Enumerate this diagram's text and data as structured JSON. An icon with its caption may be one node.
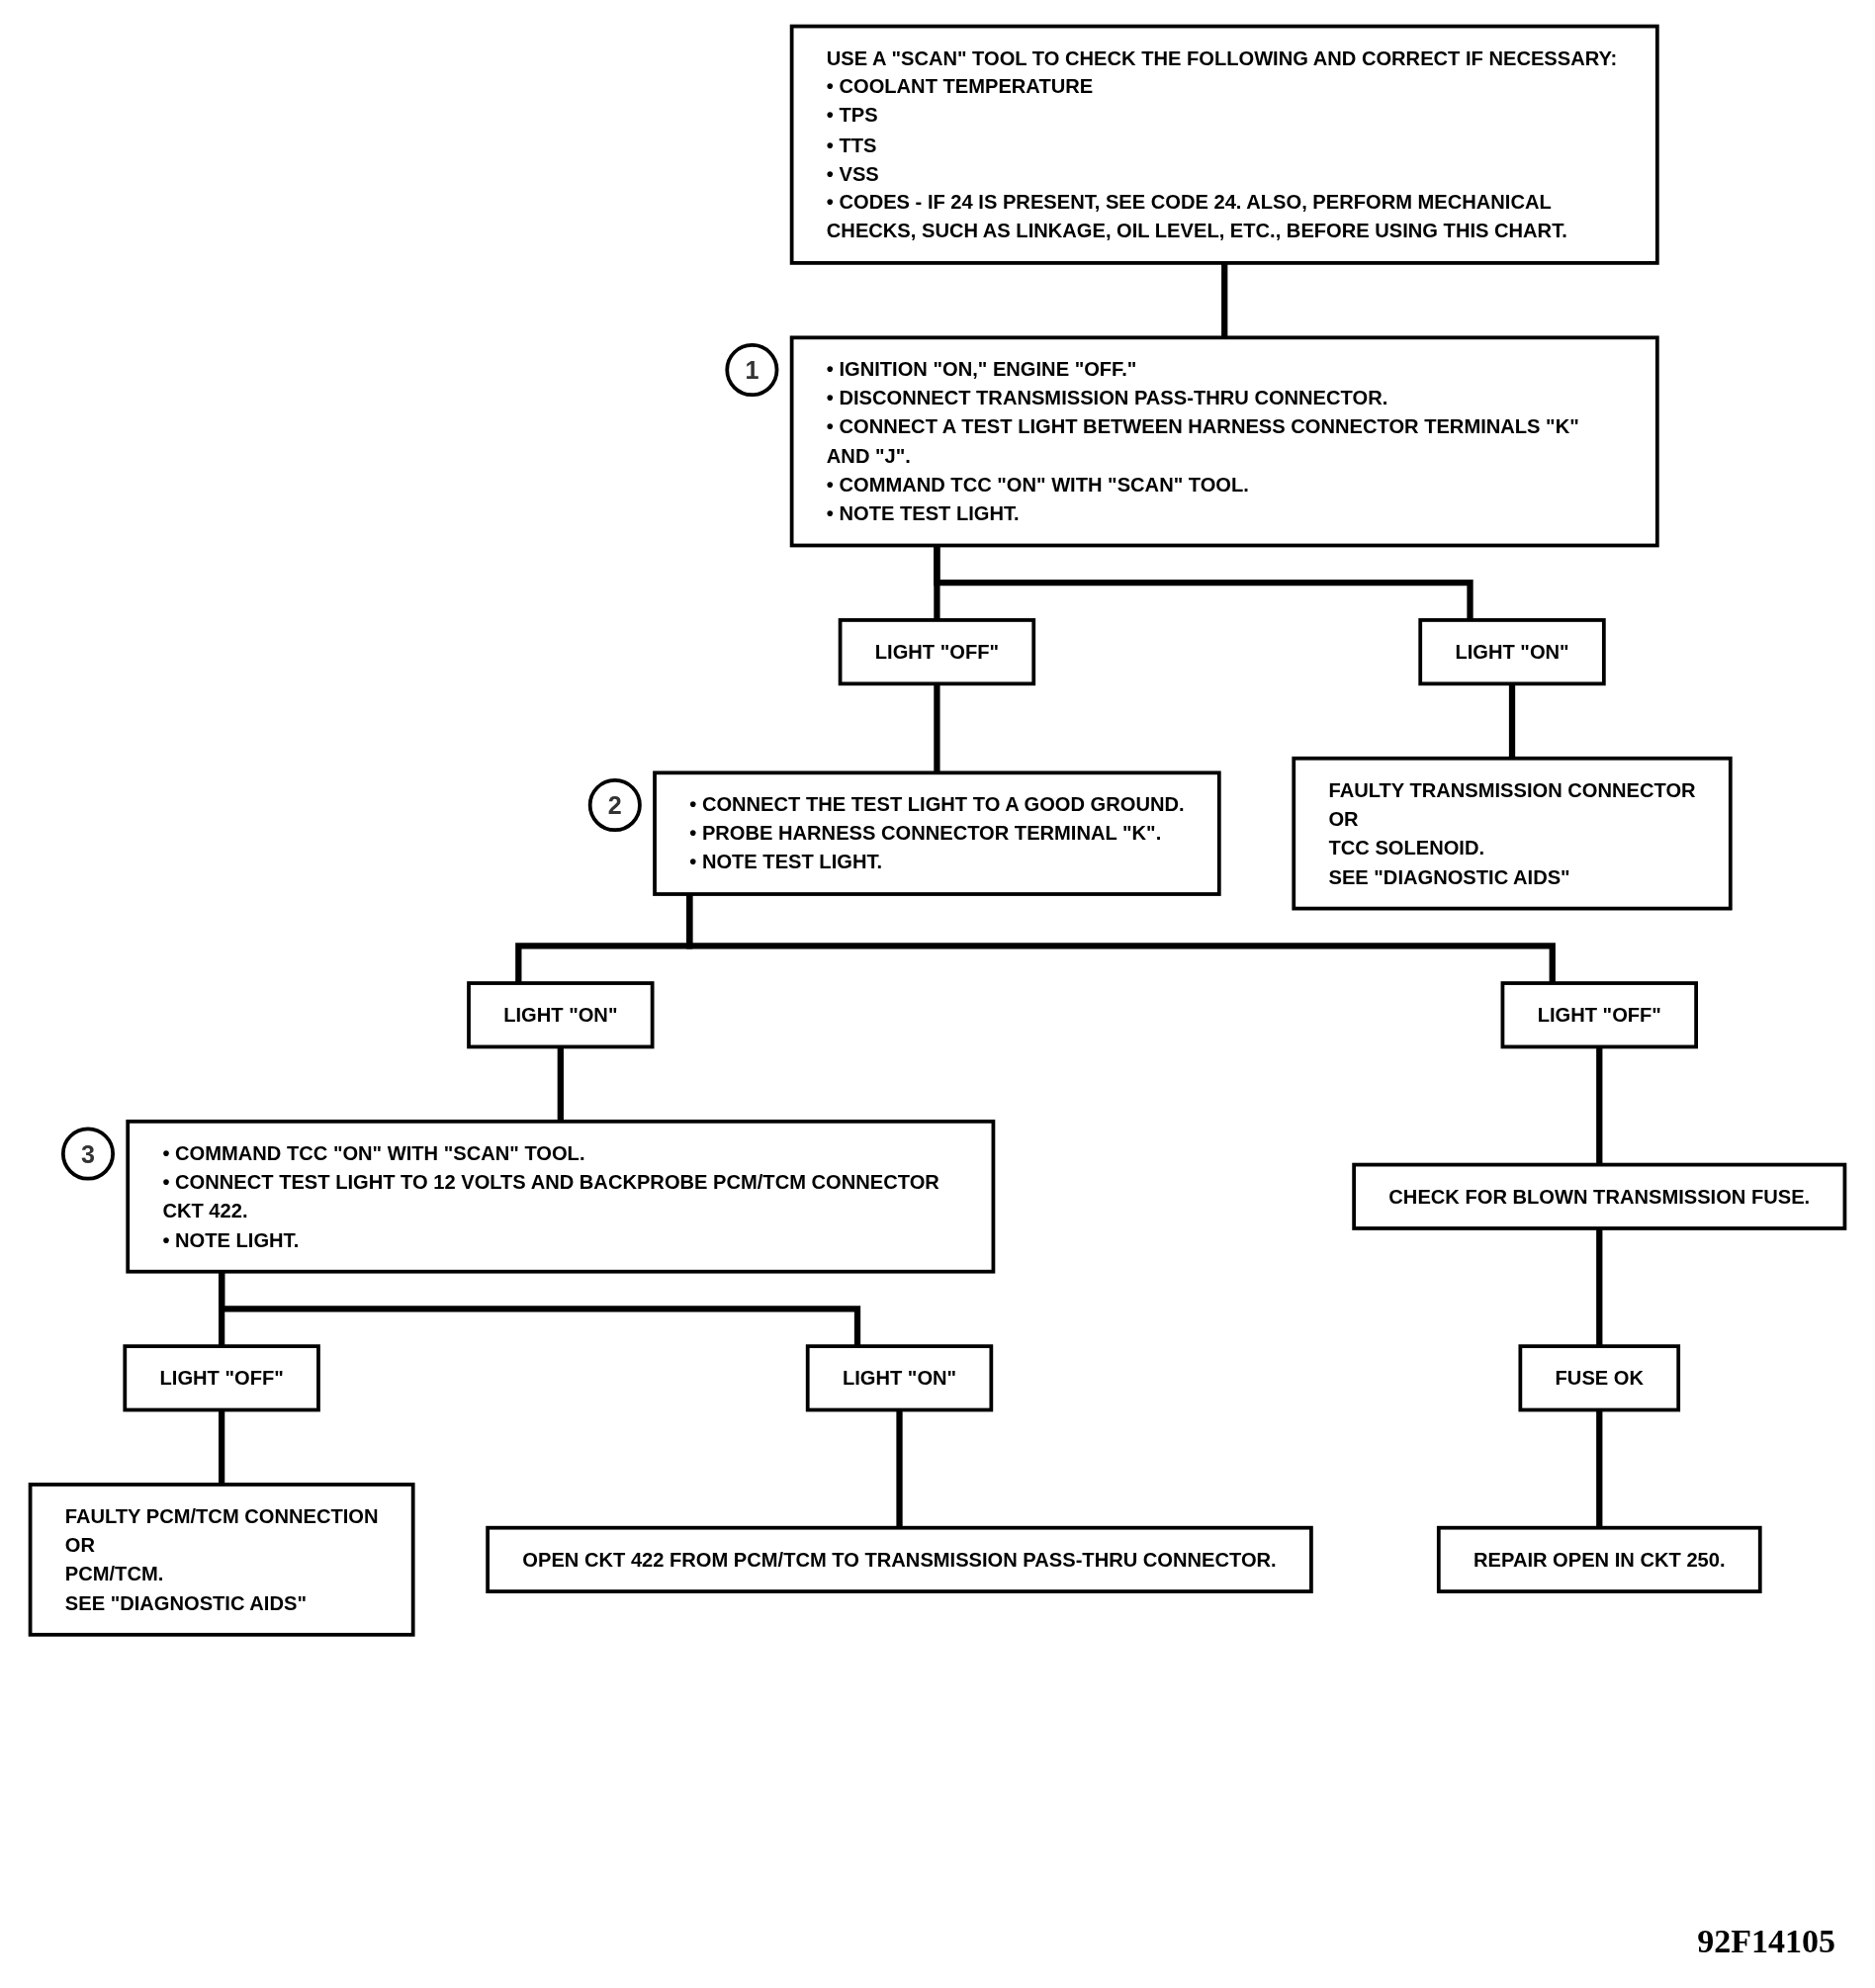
{
  "diagram": {
    "nodes": [
      {
        "text": [
          "USE A \"SCAN\" TOOL TO CHECK THE FOLLOWING AND CORRECT IF NECESSARY:",
          "• COOLANT TEMPERATURE",
          "• TPS",
          "• TTS",
          "• VSS",
          "• CODES - IF 24 IS PRESENT, SEE CODE 24. ALSO, PERFORM MECHANICAL CHECKS, SUCH AS LINKAGE, OIL LEVEL, ETC., BEFORE USING THIS CHART."
        ]
      },
      {
        "text": [
          "• IGNITION \"ON,\" ENGINE \"OFF.\"",
          "• DISCONNECT TRANSMISSION PASS-THRU CONNECTOR.",
          "• CONNECT A TEST LIGHT BETWEEN HARNESS CONNECTOR TERMINALS \"K\" AND \"J\".",
          "• COMMAND TCC \"ON\" WITH \"SCAN\" TOOL.",
          "• NOTE TEST LIGHT."
        ],
        "beside": [
          "1"
        ]
      },
      {
        "text": [
          "LIGHT \"OFF\""
        ]
      },
      {
        "text": [
          "LIGHT \"ON\""
        ]
      },
      {
        "text": [
          "• CONNECT THE TEST LIGHT TO A GOOD GROUND.",
          "• PROBE HARNESS CONNECTOR TERMINAL \"K\".",
          "• NOTE TEST LIGHT."
        ],
        "beside": [
          "2"
        ]
      },
      {
        "text": [
          "FAULTY TRANSMISSION CONNECTOR",
          "OR",
          "TCC SOLENOID.",
          "SEE \"DIAGNOSTIC AIDS\""
        ]
      },
      {
        "text": [
          "LIGHT \"ON\""
        ]
      },
      {
        "text": [
          "LIGHT \"OFF\""
        ]
      },
      {
        "text": [
          "• COMMAND TCC \"ON\" WITH \"SCAN\" TOOL.",
          "• CONNECT TEST LIGHT TO 12 VOLTS AND BACKPROBE PCM/TCM CONNECTOR CKT 422.",
          "• NOTE LIGHT."
        ],
        "beside": [
          "3"
        ]
      },
      {
        "text": [
          "CHECK FOR BLOWN TRANSMISSION FUSE."
        ]
      },
      {
        "text": [
          "FUSE OK"
        ]
      },
      {
        "text": [
          "REPAIR OPEN IN CKT 250."
        ]
      },
      {
        "text": [
          "LIGHT \"OFF\""
        ]
      },
      {
        "text": [
          "LIGHT \"ON\""
        ]
      },
      {
        "text": [
          "FAULTY PCM/TCM CONNECTION",
          "OR",
          "PCM/TCM.",
          "SEE \"DIAGNOSTIC AIDS\""
        ]
      },
      {
        "text": [
          "OPEN CKT 422 FROM PCM/TCM TO TRANSMISSION PASS-THRU CONNECTOR."
        ]
      }
    ],
    "edges": [
      {
        "from": 0,
        "to": 1,
        "arrow": "none"
      },
      {
        "from": 1,
        "to": 2,
        "arrow": "none"
      },
      {
        "from": 1,
        "to": 3,
        "arrow": "none"
      },
      {
        "from": 2,
        "to": 4,
        "arrow": "none"
      },
      {
        "from": 3,
        "to": 5,
        "arrow": "none"
      },
      {
        "from": 4,
        "to": 6,
        "arrow": "none"
      },
      {
        "from": 4,
        "to": 7,
        "arrow": "none"
      },
      {
        "from": 6,
        "to": 8,
        "arrow": "none"
      },
      {
        "from": 7,
        "to": 9,
        "arrow": "none"
      },
      {
        "from": 9,
        "to": 10,
        "arrow": "none"
      },
      {
        "from": 10,
        "to": 11,
        "arrow": "none"
      },
      {
        "from": 8,
        "to": 12,
        "arrow": "none"
      },
      {
        "from": 8,
        "to": 13,
        "arrow": "none"
      },
      {
        "from": 12,
        "to": 14,
        "arrow": "none"
      },
      {
        "from": 13,
        "to": 15,
        "arrow": "none"
      }
    ],
    "labels": [
      "92F14105"
    ]
  }
}
